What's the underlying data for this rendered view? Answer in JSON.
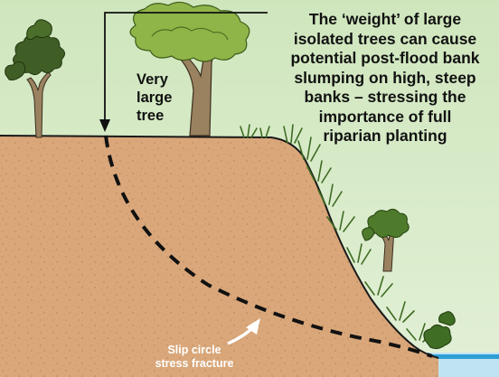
{
  "caption": {
    "lines": [
      "The ‘weight’ of large",
      "isolated trees can cause",
      "potential post-flood bank",
      "slumping on high, steep",
      "banks – stressing the",
      "importance of full",
      "riparian planting"
    ]
  },
  "tree_label": {
    "lines": [
      "Very",
      "large",
      "tree"
    ]
  },
  "fracture_label": {
    "lines": [
      "Slip circle",
      "stress fracture"
    ]
  },
  "colors": {
    "sky": "#d4e9c4",
    "soil": "#d9a77a",
    "water": "#2e9fd4",
    "foliage": "#5a7a2e",
    "trunk": "#9a8260",
    "fracture": "#111111",
    "label_text": "#111111",
    "fracture_text": "#ffffff"
  },
  "icons": [
    "tree-icon",
    "shrub-icon",
    "grass-icon",
    "arrow-icon"
  ]
}
